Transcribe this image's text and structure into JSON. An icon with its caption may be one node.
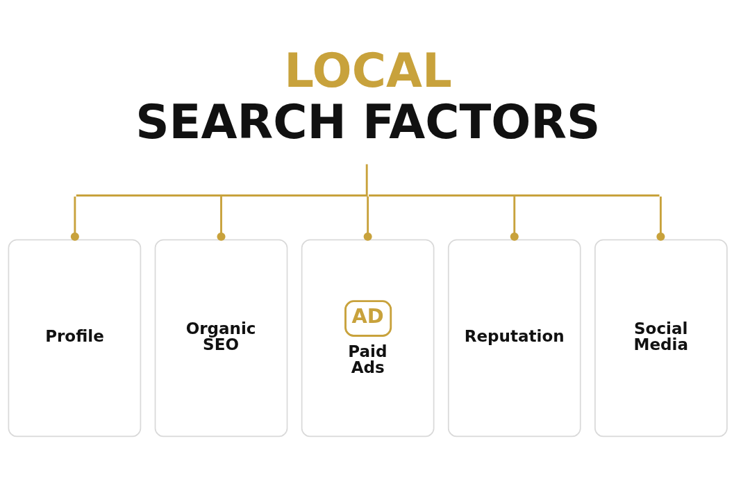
{
  "diagram": {
    "nodes": [
      {
        "text": [
          "LOCAL",
          "SEARCH FACTORS"
        ]
      },
      {
        "text": [
          "Profile"
        ]
      },
      {
        "text": [
          "Organic SEO"
        ]
      },
      {
        "text": [
          "AD",
          "Paid Ads"
        ]
      },
      {
        "text": [
          "Reputation"
        ]
      },
      {
        "text": [
          "Social Media"
        ]
      }
    ],
    "edges": [
      {
        "from": 0,
        "to": 1,
        "arrow": "other"
      },
      {
        "from": 0,
        "to": 2,
        "arrow": "other"
      },
      {
        "from": 0,
        "to": 3,
        "arrow": "other"
      },
      {
        "from": 0,
        "to": 4,
        "arrow": "other"
      },
      {
        "from": 0,
        "to": 5,
        "arrow": "other"
      }
    ]
  }
}
